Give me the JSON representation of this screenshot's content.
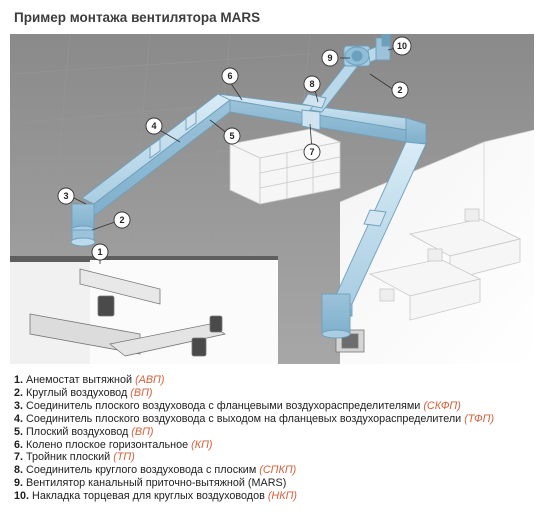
{
  "title": "Пример монтажа вентилятора MARS",
  "callouts": [
    "1",
    "2",
    "3",
    "4",
    "5",
    "6",
    "7",
    "8",
    "9",
    "10",
    "2"
  ],
  "legend": [
    {
      "num": "1.",
      "text": "Анемостат вытяжной",
      "abbr": "(АВП)"
    },
    {
      "num": "2.",
      "text": "Круглый воздуховод",
      "abbr": "(ВП)"
    },
    {
      "num": "3.",
      "text": "Соединитель плоского воздуховода с фланцевыми воздухораспределителями",
      "abbr": "(СКФП)"
    },
    {
      "num": "4.",
      "text": "Соединитель плоского воздуховода с выходом на фланцевых воздухораспределители",
      "abbr": "(ТФП)"
    },
    {
      "num": "5.",
      "text": "Плоский воздуховод",
      "abbr": "(ВП)"
    },
    {
      "num": "6.",
      "text": "Колено плоское горизонтальное",
      "abbr": "(КП)"
    },
    {
      "num": "7.",
      "text": "Тройник плоский",
      "abbr": "(ТП)"
    },
    {
      "num": "8.",
      "text": "Соединитель круглого воздуховода с плоским",
      "abbr": "(СПКП)"
    },
    {
      "num": "9.",
      "text": "Вентилятор канальный приточно-вытяжной (MARS)",
      "abbr": ""
    },
    {
      "num": "10.",
      "text": "Накладка торцевая для круглых воздуховодов",
      "abbr": "(НКП)"
    }
  ],
  "colors": {
    "duct": "#b9d8ea",
    "duct_edge": "#6f9fbb",
    "ceiling": "#8d8d8d",
    "room_floor": "#ffffff",
    "legend_abbr": "#d4603a"
  }
}
